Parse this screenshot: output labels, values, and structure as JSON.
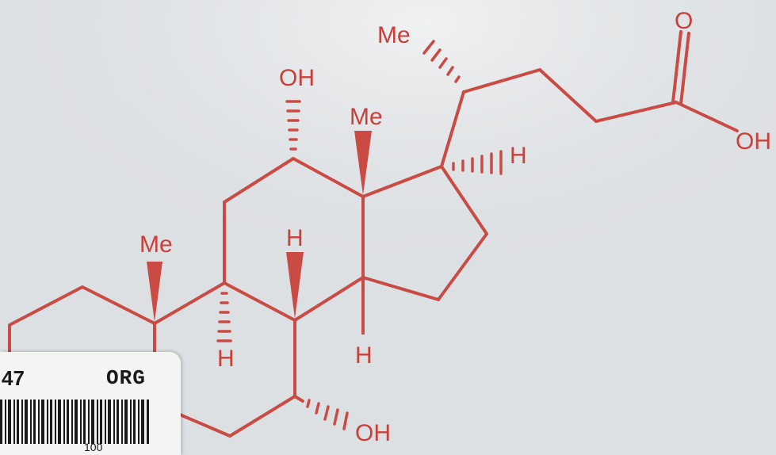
{
  "molecule": {
    "labels": {
      "oh_c12": "OH",
      "me_c18": "Me",
      "me_c21": "Me",
      "o_carbonyl": "O",
      "oh_acid": "OH",
      "h_c17": "H",
      "me_c19": "Me",
      "h_c8": "H",
      "h_c9": "H",
      "h_c14": "H",
      "oh_c7": "OH"
    },
    "ink_color": "#c8403a",
    "bond_color": "#c94b44"
  },
  "sticker": {
    "code": "47",
    "dept": "ORG",
    "tail": "100"
  }
}
